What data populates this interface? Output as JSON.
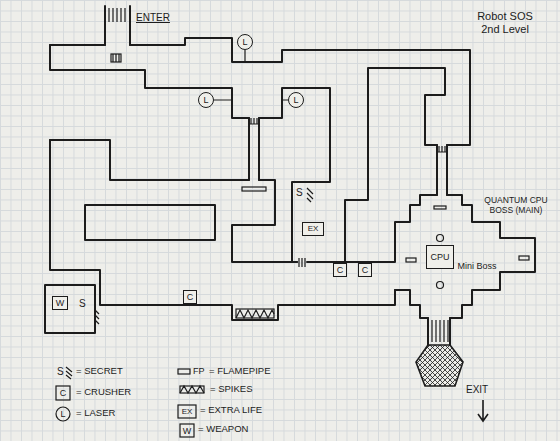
{
  "diagram": {
    "title": "Robot SOS 2nd Level",
    "nodes": [
      {
        "text": [
          "L"
        ]
      },
      {
        "text": [
          "L"
        ]
      },
      {
        "text": [
          "L"
        ]
      },
      {
        "text": [
          "EX"
        ]
      },
      {
        "text": [
          "CPU"
        ]
      },
      {
        "text": [
          "C"
        ]
      },
      {
        "text": [
          "C"
        ]
      },
      {
        "text": [
          "C"
        ]
      },
      {
        "text": [
          "W"
        ]
      }
    ],
    "labels": [
      "ENTER",
      "S",
      "QUANTUM CPU BOSS (MAIN)",
      "Mini Boss",
      "S",
      "EXIT",
      "S",
      "C",
      "L",
      "FP",
      "EX",
      "W"
    ],
    "legend": [
      {
        "text": "= SECRET"
      },
      {
        "text": "= CRUSHER"
      },
      {
        "text": "= LASER"
      },
      {
        "text": "= FLAMEPIPE"
      },
      {
        "text": "= SPIKES"
      },
      {
        "text": "= EXTRA LIFE"
      },
      {
        "text": "= WEAPON"
      }
    ]
  }
}
